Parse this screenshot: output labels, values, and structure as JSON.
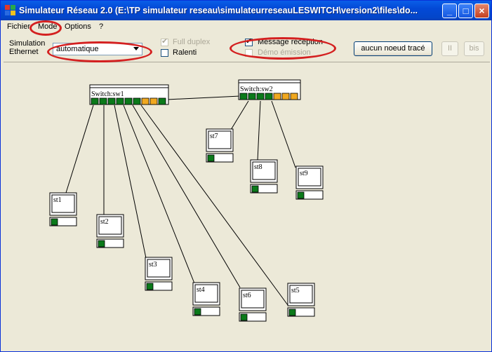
{
  "window": {
    "title": "Simulateur Réseau 2.0 (E:\\TP simulateur reseau\\simulateurreseauLESWITCH\\version2\\files\\do...",
    "min_label": "_",
    "max_label": "□",
    "close_label": "×"
  },
  "menu": {
    "items": [
      {
        "label": "Fichier"
      },
      {
        "label": "Mode"
      },
      {
        "label": "Options"
      },
      {
        "label": "?"
      }
    ]
  },
  "toolbar": {
    "simulation_label_line1": "Simulation",
    "simulation_label_line2": "Ethernet",
    "mode_value": "automatique",
    "full_duplex_label": "Full duplex",
    "full_duplex_checked": true,
    "ralenti_label": "Ralenti",
    "ralenti_checked": false,
    "message_reception_label": "Message réception",
    "message_reception_checked": true,
    "demo_emission_label": "Démo émission",
    "demo_emission_checked": false,
    "aucun_noeud_label": "aucun noeud tracé",
    "pause_label": "II",
    "bis_label": "bis"
  },
  "network": {
    "switches": [
      {
        "label": "Switch:sw1",
        "ports": [
          "green",
          "green",
          "green",
          "green",
          "green",
          "green",
          "orange",
          "orange",
          "green"
        ]
      },
      {
        "label": "Switch:sw2",
        "ports": [
          "green",
          "green",
          "green",
          "green",
          "orange",
          "orange",
          "orange"
        ]
      }
    ],
    "stations": [
      {
        "label": "st1"
      },
      {
        "label": "st2"
      },
      {
        "label": "st3"
      },
      {
        "label": "st4"
      },
      {
        "label": "st6"
      },
      {
        "label": "st5"
      },
      {
        "label": "st7"
      },
      {
        "label": "st8"
      },
      {
        "label": "st9"
      }
    ]
  },
  "colors": {
    "port_green": "#0b7a1a",
    "port_orange": "#f0a820",
    "annotation_red": "#d42020"
  }
}
